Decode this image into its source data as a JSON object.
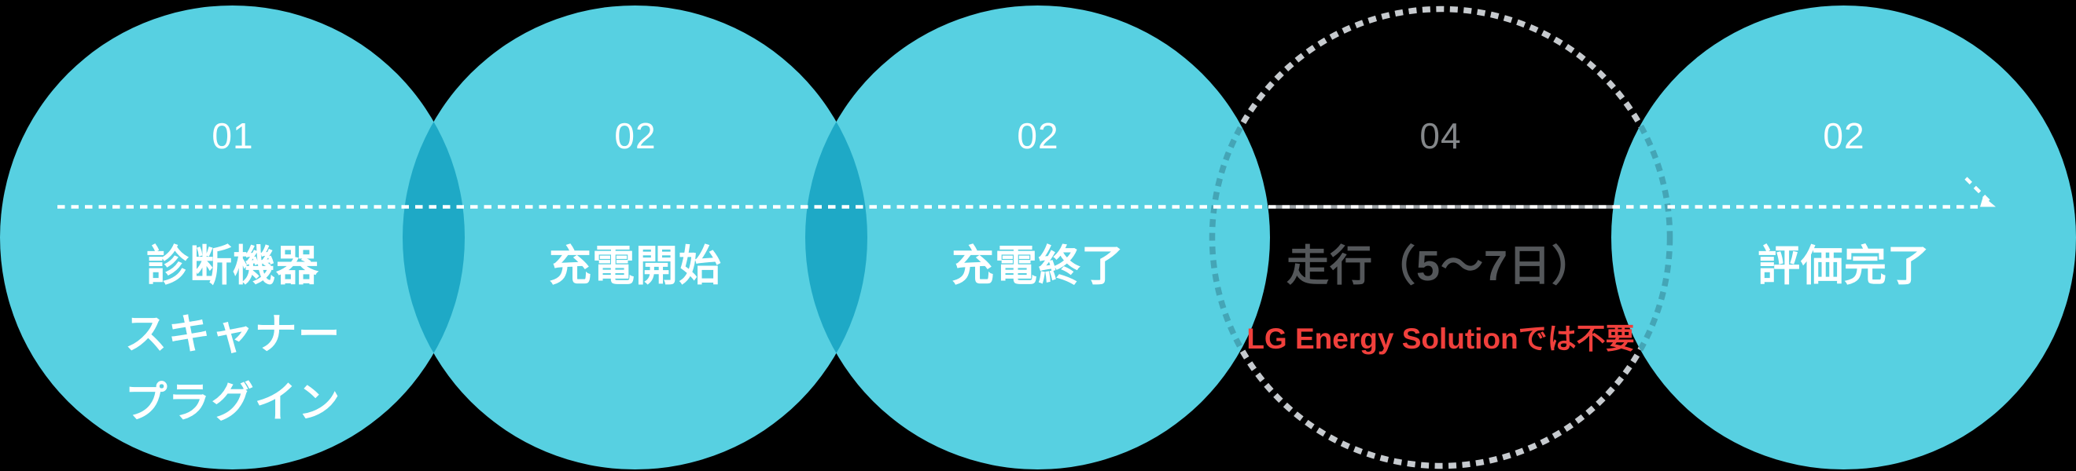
{
  "diagram": {
    "description": "5-step battery evaluation process flow",
    "steps": [
      {
        "number": "01",
        "title_lines": [
          "診断機器",
          "スキャナー",
          "プラグイン"
        ],
        "style": "solid"
      },
      {
        "number": "02",
        "title_lines": [
          "充電開始"
        ],
        "style": "solid"
      },
      {
        "number": "02",
        "title_lines": [
          "充電終了"
        ],
        "style": "solid"
      },
      {
        "number": "04",
        "title_lines": [
          "走行（5～7日）"
        ],
        "note": "LG Energy Solutionでは不要",
        "style": "dashed-outline"
      },
      {
        "number": "02",
        "title_lines": [
          "評価完了"
        ],
        "style": "solid"
      }
    ]
  },
  "colors": {
    "background": "#000000",
    "circle_fill": "#57D0E1",
    "circle_overlap": "#1EAAC7",
    "dashed_circle_border": "#C6CACE",
    "timeline_dash_white": "#FFFFFF",
    "timeline_dash_muted": "#9BA0A4",
    "muted_number_gray": "#84878A",
    "muted_title_gray": "#54575A",
    "note_red": "#F0403C",
    "text_white": "#FFFFFF"
  }
}
